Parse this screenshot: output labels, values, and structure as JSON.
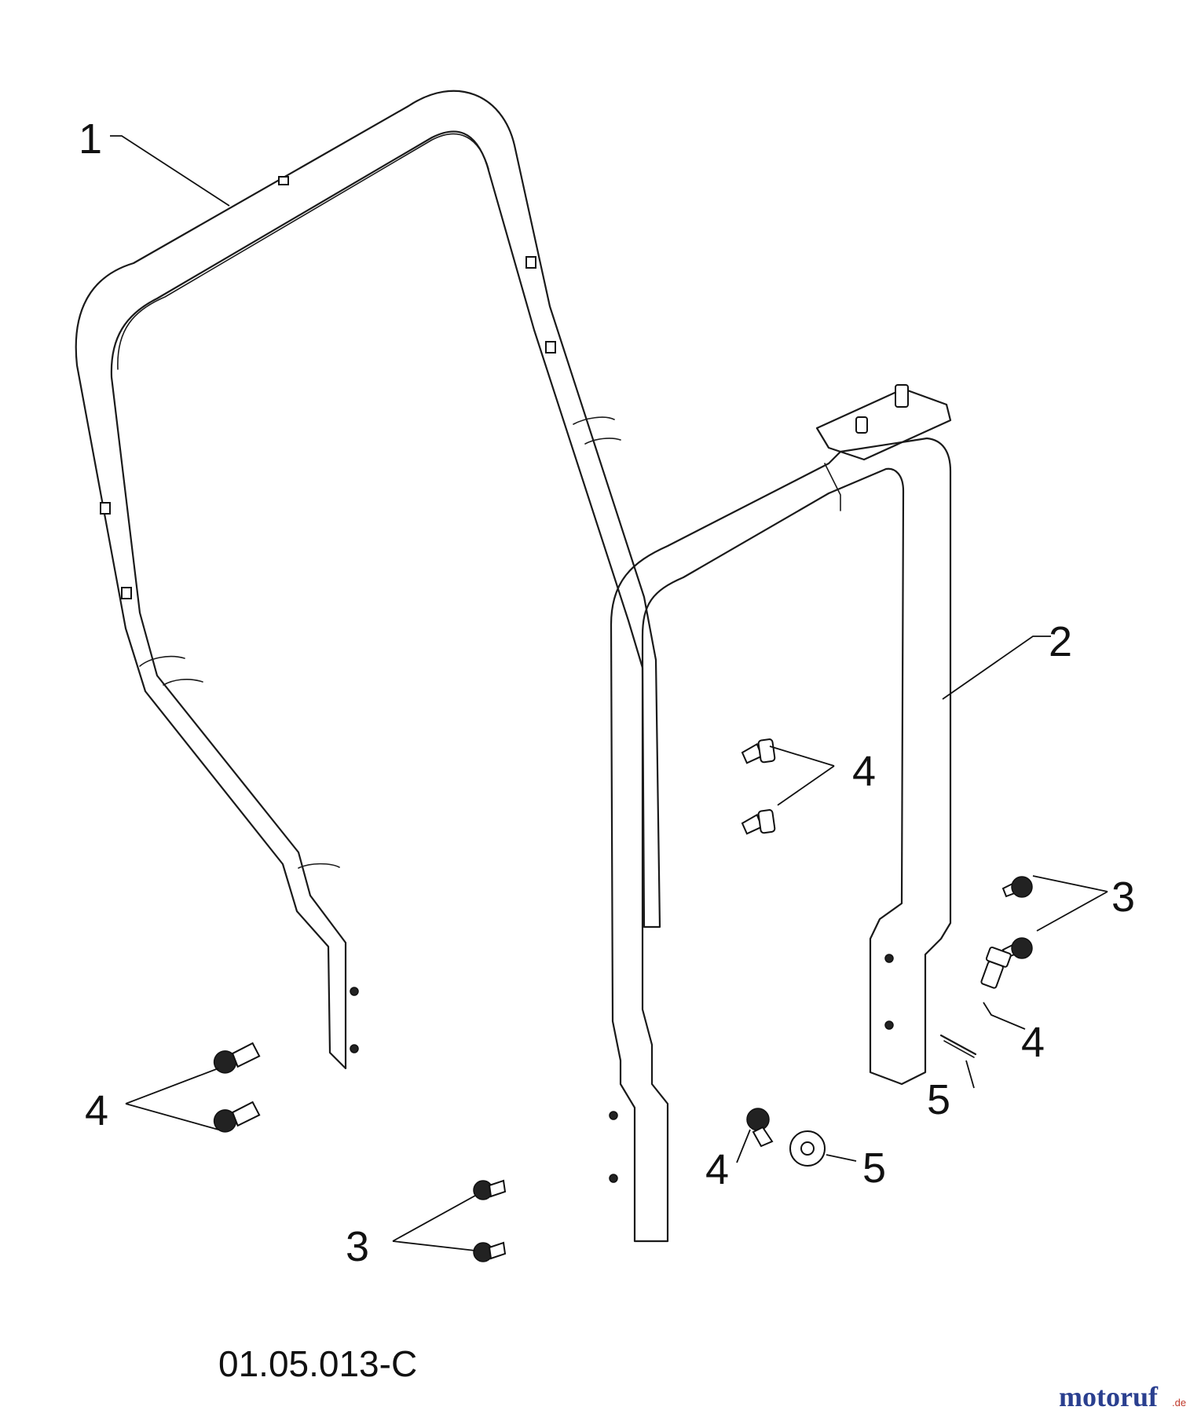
{
  "diagram": {
    "callouts": [
      {
        "id": "c1",
        "text": "1"
      },
      {
        "id": "c2",
        "text": "2"
      },
      {
        "id": "c3a",
        "text": "3"
      },
      {
        "id": "c3b",
        "text": "3"
      },
      {
        "id": "c4a",
        "text": "4"
      },
      {
        "id": "c4b",
        "text": "4"
      },
      {
        "id": "c4c",
        "text": "4"
      },
      {
        "id": "c4d",
        "text": "4"
      },
      {
        "id": "c5a",
        "text": "5"
      },
      {
        "id": "c5b",
        "text": "5"
      }
    ],
    "drawing_code": "01.05.013-C"
  },
  "watermark": {
    "main": "motoruf",
    "suffix": ".de",
    "colors": {
      "m": "#2a3f8f",
      "o": "#c0392b",
      "t": "#e3a21a",
      "r": "#2e8b3a",
      "u": "#2a3f8f",
      "f": "#c0392b"
    }
  }
}
